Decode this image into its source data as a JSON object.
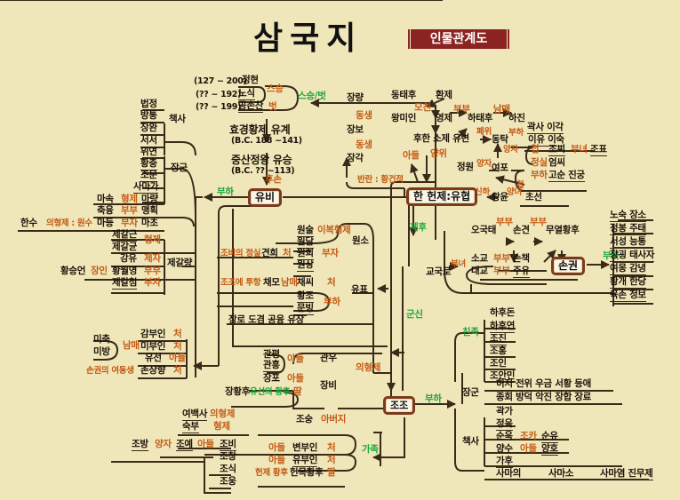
{
  "title": "삼국지",
  "subtitle": "인물관계도",
  "colors": {
    "background": "#efe6ba",
    "relation_text": "#c45a14",
    "group_text": "#19a839",
    "box_border": "#7b3a1c",
    "banner": "#8b2323"
  },
  "liubei": {
    "name": "유비",
    "teachers": [
      {
        "years": "(127 ~ 200)",
        "name": "정현"
      },
      {
        "years": "(?? ~ 192)",
        "name": "노식"
      },
      {
        "years": "(?? ~ 199)",
        "name": "공손찬"
      }
    ],
    "teacher_rel": "스승",
    "friend_rel": "벗",
    "link_label": "스승/벗",
    "ancestor1": "효경황제 유계",
    "ancestor1_years": "(B.C. 188 ~141)",
    "ancestor2": "중산정왕 유승",
    "ancestor2_years": "(B.C. ?? ~113)",
    "descendant_label": "후손",
    "subordinate_label": "부하",
    "strategists_label": "책사",
    "strategists": [
      "법정",
      "방통",
      "장완",
      "서서"
    ],
    "generals_label": "장군",
    "generals": [
      "위연",
      "황충",
      "조운",
      "사마가"
    ],
    "ma_rows": [
      {
        "left": "마속",
        "rel": "형제",
        "right": "마량"
      },
      {
        "left": "축융",
        "rel": "부부",
        "right": "맹획"
      },
      {
        "far": "한수",
        "far_rel": "의형제 : 원수",
        "left": "마등",
        "rel": "부자",
        "right": "마초"
      }
    ],
    "zhuge_label": "제갈량",
    "zhuge_rows": [
      {
        "name": "제갈근"
      },
      {
        "name": "제갈균",
        "rel": "형제"
      },
      {
        "name": "강유",
        "rel": "제자"
      },
      {
        "far": "황승언",
        "far_rel": "장인",
        "name": "황월영",
        "rel": "부부"
      },
      {
        "name": "제갈첨",
        "rel": "부자"
      }
    ],
    "family_rows": [
      {
        "name": "감부인",
        "rel": "처"
      },
      {
        "name": "미부인",
        "rel": "처"
      },
      {
        "name": "유선",
        "rel": "아들"
      },
      {
        "name": "손상향",
        "rel": "처",
        "pre_rel": "손권의 여동생"
      }
    ],
    "mi_brothers": [
      "미축",
      "미방"
    ],
    "mi_rel": "남매"
  },
  "yuanshao": {
    "name": "원소",
    "sons": [
      "원술",
      "원담",
      "원희",
      "원상"
    ],
    "son_rel_top": "이복형제",
    "son_rel": "부자",
    "zhen_pre": "조비의 정실",
    "zhen": "견희",
    "zhen_rel": "처"
  },
  "liubiao": {
    "name": "유표",
    "cai_pre": "조조에 투항",
    "caimao": "채모",
    "cai_rel": "남매",
    "caishi": "채씨",
    "caishi_rel": "처",
    "subs": [
      "황조",
      "문빙"
    ],
    "sub_rel": "부하",
    "warlords": "장로  도겸  공융  유장"
  },
  "zhang_brothers": {
    "names": [
      "장량",
      "장보",
      "장각"
    ],
    "rel": "동생",
    "rebel": "반란 : 황건적"
  },
  "han": {
    "emperor": "한 헌제:유협",
    "donghou": "동태후",
    "huandi": "환제",
    "lingdi": "영제",
    "wangmeiren": "왕미인",
    "mochin": "모친",
    "bubu": "부부",
    "hetaihou": "하태후",
    "nammae": "남매",
    "hejin": "하진",
    "shaodi": "후한 소제 유변",
    "pewi": "폐위",
    "dongzhuo": "동탁",
    "buha": "부하",
    "guo": "곽사  이각",
    "liru": "이유  이숙",
    "adeul": "아들",
    "yangwi": "양위",
    "jeongwon": "정원",
    "yangja": "양자",
    "lubu": "여포",
    "cheop": "첩",
    "zhaoshi": "조씨",
    "bunyeo": "부녀",
    "zhaobiao": "조표",
    "jeongsil": "정실",
    "yanshi": "엄씨",
    "gaoshun": "고순  진궁",
    "sinha": "신하",
    "wangyun": "왕윤",
    "yangnyeo": "양녀",
    "diaochan": "초선",
    "jehu": "제후",
    "gunsin": "군신"
  },
  "sunquan": {
    "name": "손권",
    "wugutai": "오국태",
    "sunjian": "손견",
    "wulie": "무열황후",
    "sunce": "손책",
    "xiaoqiao": "소교",
    "daqiao": "대교",
    "zhouyu": "주유",
    "qiaoguolao": "교국로",
    "bubu": "부부",
    "bunyeo": "부녀",
    "sub_label": "부하",
    "subs": [
      "노숙  장소",
      "정봉  주태",
      "서성  능통",
      "장굉  태사자",
      "여몽  감녕",
      "황개  한당",
      "육손  정보"
    ]
  },
  "shu_relations": {
    "guanyu": "관우",
    "guanping": "관평",
    "guanxing": "관흥",
    "adeul": "아들",
    "uihyeongje": "의형제",
    "zhangfei": "장비",
    "zhangbao": "장포",
    "zhang_queen": "장황후",
    "zhang_queen_note": "유선의 황후",
    "ttal": "딸"
  },
  "caocao": {
    "name": "조조",
    "sub_label": "부하",
    "family_label": "가족",
    "relatives_label": "친족",
    "relatives": [
      "하후돈",
      "하후연",
      "조진",
      "조홍",
      "조인",
      "조안민"
    ],
    "generals_label": "장군",
    "generals": [
      "허저  전위  우금  서황  등애",
      "종회  방덕  악진  장합  장료"
    ],
    "strategists_label": "책사",
    "strategists": [
      {
        "name": "곽가"
      },
      {
        "name": "정욱"
      },
      {
        "name": "순욱",
        "rel": "조카",
        "right": "순유"
      },
      {
        "name": "양수",
        "rel": "아들",
        "right": "양호"
      },
      {
        "name": "가후"
      },
      {
        "name": "사마의",
        "a": "사마소",
        "b": "사마염  진무제"
      }
    ],
    "father": "조숭",
    "father_rel": "아버지",
    "lubaishe": "여백사",
    "lub_rel": "의형제",
    "shufu": "숙부",
    "shufu_rel": "형제",
    "caofang": "조방",
    "yangja": "양자",
    "caorui": "조예",
    "adeul": "아들",
    "sons": [
      "조비",
      "조창",
      "조식",
      "조웅"
    ],
    "wives": [
      {
        "pre": "아들",
        "name": "변부인",
        "rel": "처"
      },
      {
        "pre": "아들",
        "name": "유부인",
        "rel": "처"
      },
      {
        "pre": "헌제 황후",
        "name": "헌목황후",
        "rel": "딸"
      }
    ]
  }
}
